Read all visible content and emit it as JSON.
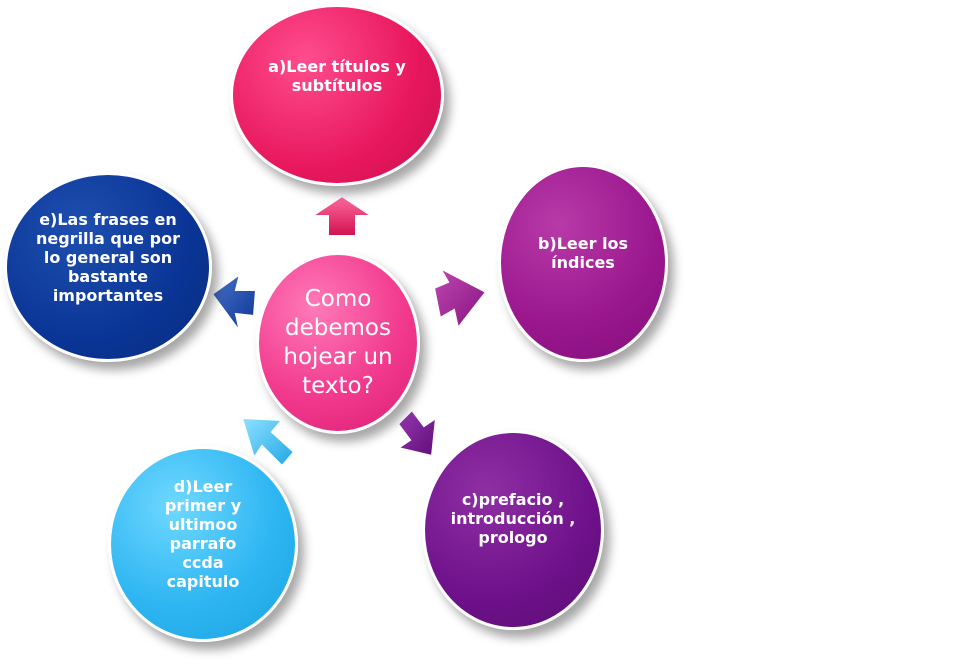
{
  "center": {
    "text": "Como debemos hojear un texto?"
  },
  "nodes": {
    "a": {
      "text": "a)Leer títulos y subtítulos",
      "color": "#e8175e"
    },
    "b": {
      "text": "b)Leer los índices",
      "color": "#99168d"
    },
    "c": {
      "text": "c)prefacio , introducción , prologo",
      "color": "#6e118a"
    },
    "d": {
      "text": "d)Leer primer y ultimoo parrafo ccda capitulo",
      "color": "#2fb6f2"
    },
    "e": {
      "text": "e)Las frases en negrilla que por lo general son bastante importantes",
      "color": "#0a3596"
    }
  },
  "center_color": "#f23a8e"
}
